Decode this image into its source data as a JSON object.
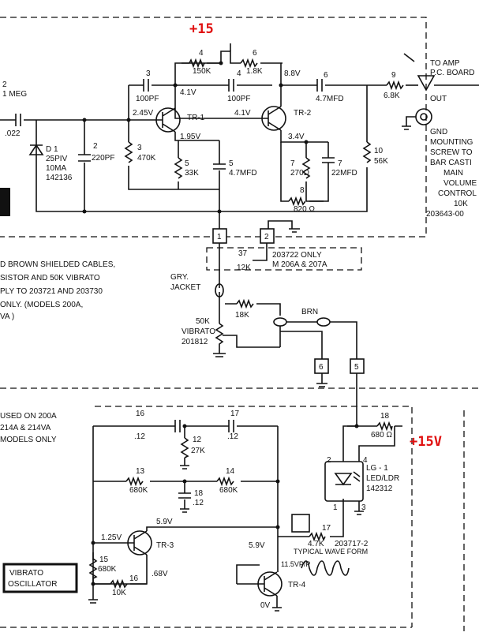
{
  "supply_labels": {
    "top": "+15",
    "right": "+15V"
  },
  "output": {
    "to_amp": "TO AMP",
    "pc_board": "P.C. BOARD",
    "out": "OUT",
    "gnd": "GND",
    "mounting": [
      "MOUNTING",
      "SCREW TO",
      "BAR CASTI",
      "MAIN",
      "VOLUME",
      "CONTROL",
      "10K",
      "203643-00"
    ]
  },
  "preamp": {
    "r2": [
      "2",
      "1 MEG"
    ],
    "c1": ".022",
    "d1": [
      "D 1",
      "25PIV",
      "10MA",
      "142136"
    ],
    "c2": [
      "2",
      "220PF"
    ],
    "r3": [
      "3",
      "470K"
    ],
    "c3": [
      "3",
      "100PF"
    ],
    "r4": [
      "4",
      "150K"
    ],
    "r6": [
      "6",
      "1.8K"
    ],
    "c4": [
      "4",
      "100PF"
    ],
    "c6": [
      "6",
      "4.7MFD"
    ],
    "r9": [
      "9",
      "6.8K"
    ],
    "v_tr1_base": "2.45V",
    "v_tr1_col": "4.1V",
    "v_tr1_em": "1.95V",
    "v_tr2_base": "4.1V",
    "v_tr2_col": "8.8V",
    "v_tr2_em": "3.4V",
    "tr1": "TR-1",
    "tr2": "TR-2",
    "r5": [
      "5",
      "33K"
    ],
    "c5": [
      "5",
      "4.7MFD"
    ],
    "r7": [
      "7",
      "270Ω"
    ],
    "c7": [
      "7",
      "22MFD"
    ],
    "r8": [
      "8",
      "820 Ω"
    ],
    "r10": [
      "10",
      "56K"
    ]
  },
  "notes": {
    "left": [
      "D BROWN SHIELDED CABLES,",
      "SISTOR AND 50K VIBRATO",
      "PLY TO 203721 AND 203730",
      "ONLY. (MODELS 200A,",
      "VA )"
    ],
    "only": [
      "203722 ONLY",
      "M 206A & 207A"
    ],
    "r37": [
      "37",
      "12K"
    ],
    "gry": [
      "GRY.",
      "JACKET"
    ],
    "r_18k": "18K",
    "brn": "BRN",
    "pot": [
      "50K",
      "VIBRATO",
      "201812"
    ],
    "terminals": [
      "1",
      "2",
      "6",
      "5"
    ]
  },
  "oscillator": {
    "used_on": [
      "USED ON 200A",
      "214A & 214VA",
      "MODELS ONLY"
    ],
    "c16": [
      "16",
      ".12"
    ],
    "c17": [
      "17",
      ".12"
    ],
    "r12": [
      "12",
      "27K"
    ],
    "r13": [
      "13",
      "680K"
    ],
    "r14": [
      "14",
      "680K"
    ],
    "c18": [
      "18",
      ".12"
    ],
    "r18": [
      "18",
      "680 Ω"
    ],
    "lg1": [
      "LG - 1",
      "LED/LDR",
      "142312"
    ],
    "pins": [
      "2",
      "4",
      "1",
      "3"
    ],
    "v_tr3_col": "5.9V",
    "v_tr3_base": "1.25V",
    "v_tr3_em": ".68V",
    "v_tr4_base": "5.9V",
    "v_tr4_em": "0V",
    "tr3": "TR-3",
    "tr4": "TR-4",
    "r15": [
      "15",
      "680K"
    ],
    "r16": [
      "16",
      "10K"
    ],
    "r17": [
      "17",
      "4.7K"
    ],
    "part": "203717-2",
    "wave": [
      "TYPICAL WAVE FORM",
      "11.5VP/P"
    ],
    "block_label": [
      "VIBRATO",
      "OSCILLATOR"
    ]
  }
}
